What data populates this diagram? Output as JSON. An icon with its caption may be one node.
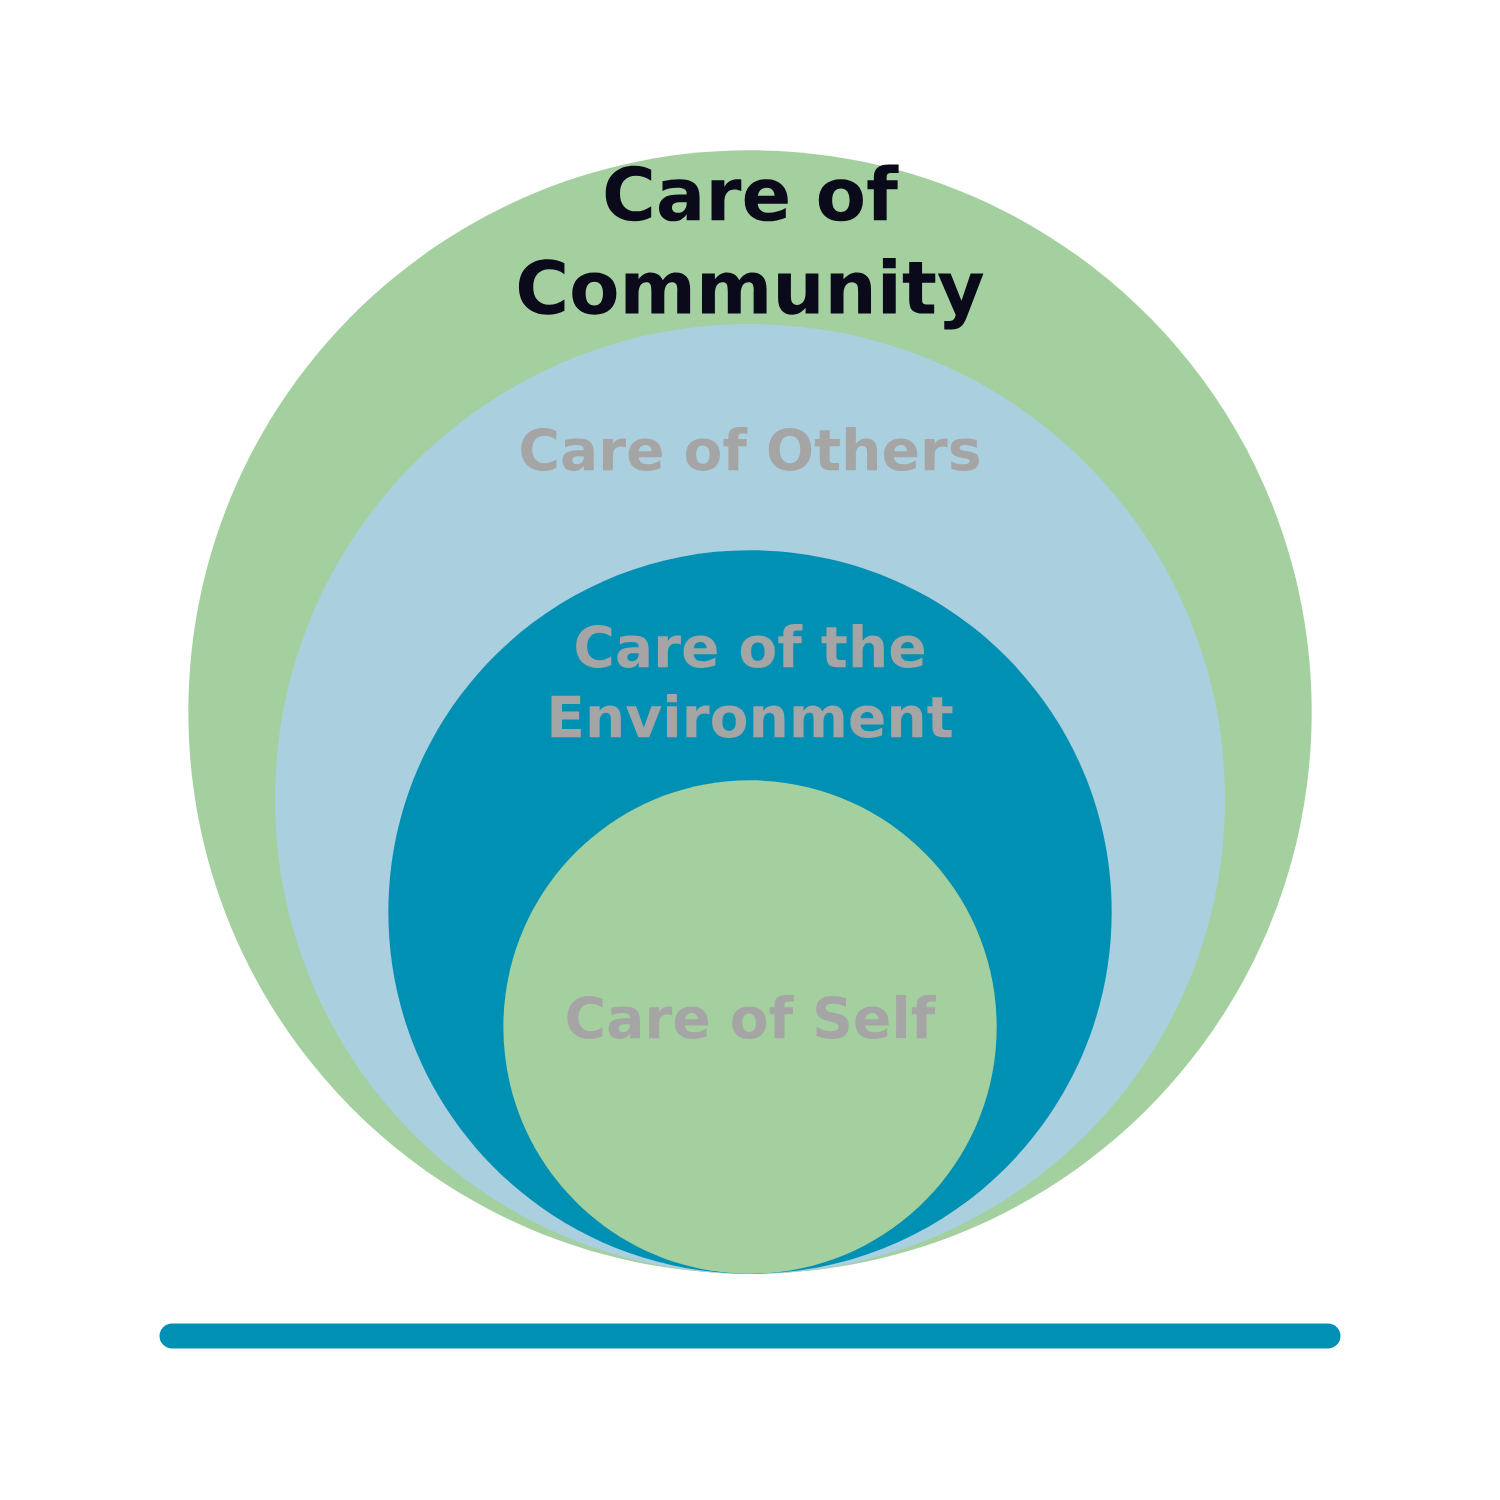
{
  "diagram": {
    "nodes": [
      {
        "text": [
          "Care of Community"
        ]
      },
      {
        "text": [
          "Care of Others"
        ],
        "in": 0
      },
      {
        "text": [
          "Care of the Environment"
        ],
        "in": 1
      },
      {
        "text": [
          "Care of Self"
        ],
        "in": 2
      }
    ]
  }
}
